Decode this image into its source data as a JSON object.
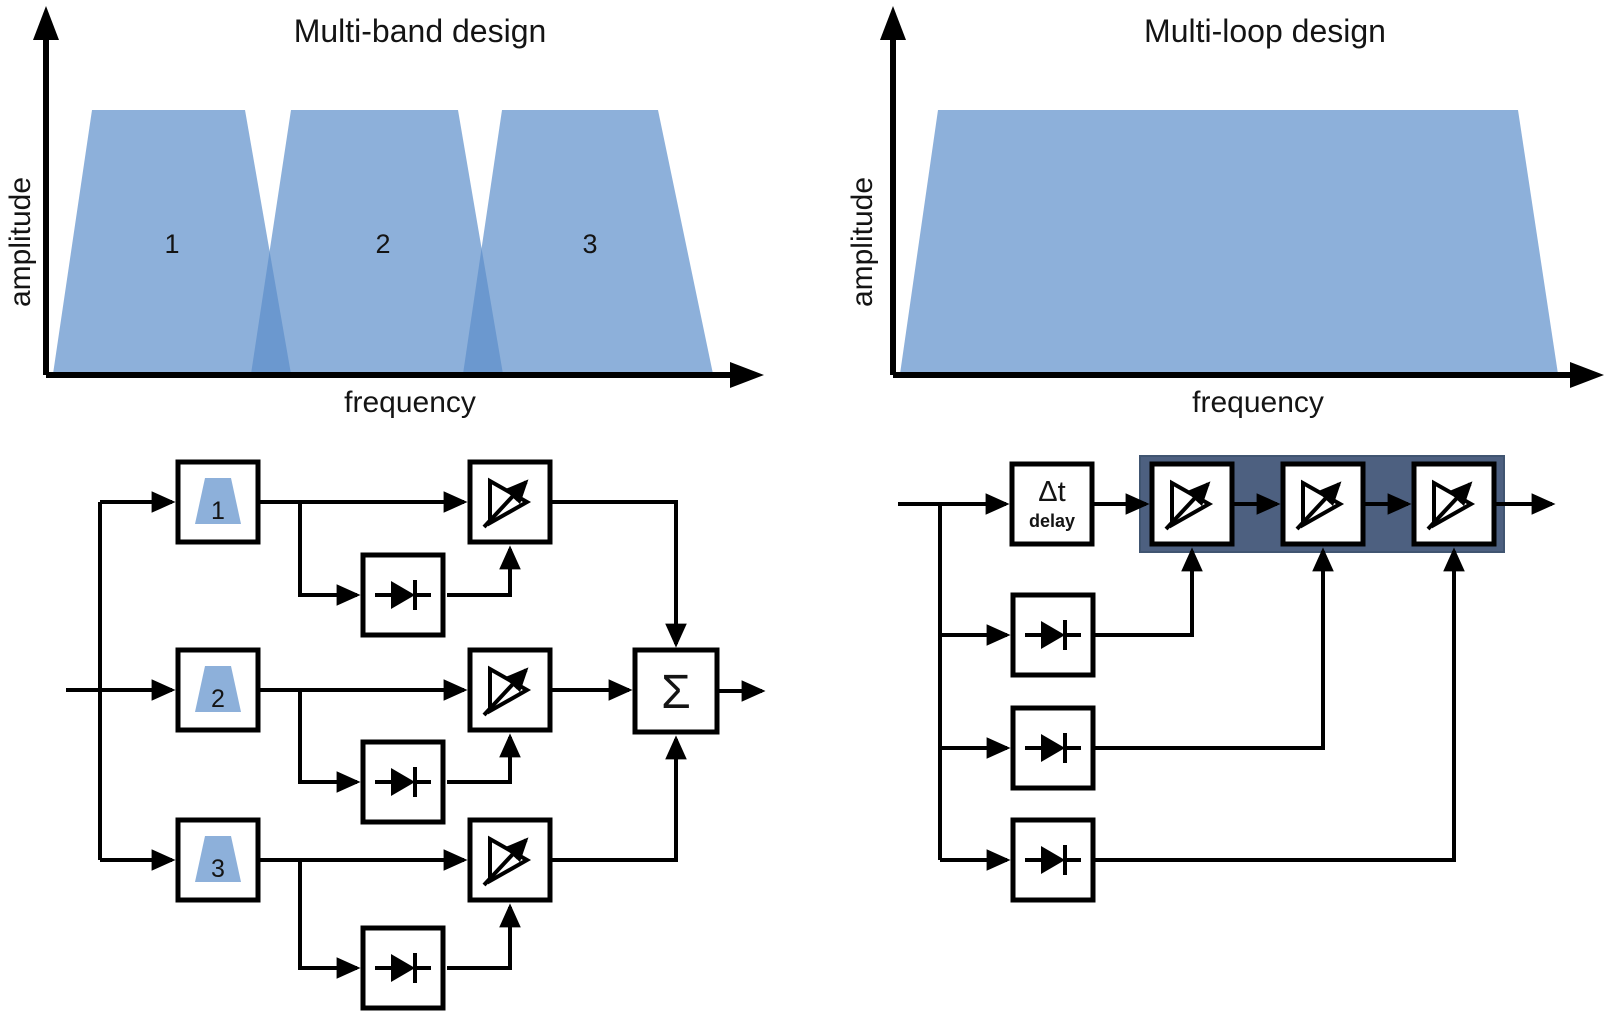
{
  "left": {
    "title": "Multi-band design",
    "ylabel": "amplitude",
    "xlabel": "frequency",
    "bands": [
      "1",
      "2",
      "3"
    ],
    "filters": [
      "1",
      "2",
      "3"
    ],
    "sum_symbol": "Σ"
  },
  "right": {
    "title": "Multi-loop design",
    "ylabel": "amplitude",
    "xlabel": "frequency",
    "delay_symbol": "Δt",
    "delay_label": "delay"
  },
  "colors": {
    "band_fill": "#5C8FCB",
    "highlight_fill": "#4D6080",
    "line": "#000000",
    "box_fill": "#FFFFFF"
  }
}
